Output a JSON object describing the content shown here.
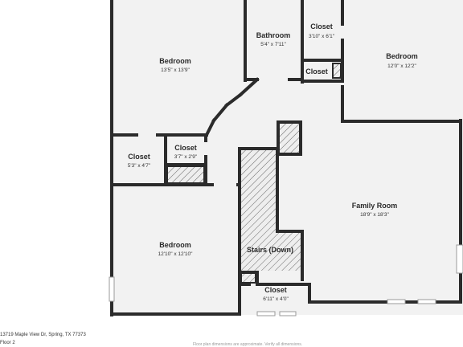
{
  "rooms": {
    "bedroom_nw": {
      "label": "Bedroom",
      "dims": "13'5\" x 13'9\""
    },
    "bathroom": {
      "label": "Bathroom",
      "dims": "5'4\" x 7'11\""
    },
    "closet_ne": {
      "label": "Closet",
      "dims": "3'10\" x 6'1\""
    },
    "bedroom_ne": {
      "label": "Bedroom",
      "dims": "12'0\" x 12'2\""
    },
    "closet_hall": {
      "label": "Closet",
      "dims": ""
    },
    "closet_w": {
      "label": "Closet",
      "dims": "5'3\" x 4'7\""
    },
    "closet_mid": {
      "label": "Closet",
      "dims": "3'7\" x 2'9\""
    },
    "family_room": {
      "label": "Family Room",
      "dims": "18'9\" x 18'3\""
    },
    "bedroom_sw": {
      "label": "Bedroom",
      "dims": "12'10\" x 12'10\""
    },
    "stairs": {
      "label": "Stairs (Down)",
      "dims": ""
    },
    "closet_s": {
      "label": "Closet",
      "dims": "6'11\" x 4'0\""
    }
  },
  "footer": {
    "address": "13719 Maple View Dr, Spring, TX 77373",
    "floor": "Floor 2",
    "disclaimer": "Floor plan dimensions are approximate. Verify all dimensions."
  },
  "colors": {
    "wall": "#2b2b2b",
    "floor": "#f2f2f2",
    "hatch": "#555555",
    "opening": "#ffffff"
  }
}
